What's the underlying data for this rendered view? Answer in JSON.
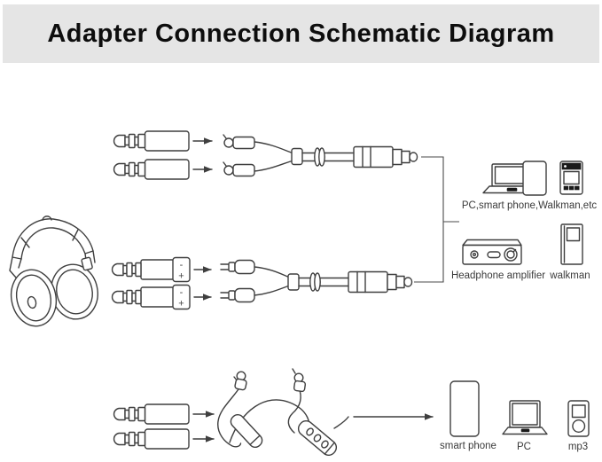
{
  "title": "Adapter Connection Schematic Diagram",
  "colors": {
    "banner_bg": "#e5e5e5",
    "line": "#3f3f3f",
    "text": "#3a3a3a",
    "background": "#ffffff"
  },
  "rows": [
    {
      "name": "stereo-adapter-row",
      "icons": [
        "jack-plug",
        "jack-plug",
        "arrow",
        "arrow",
        "mmcx-y-splitter-cable",
        "laptop",
        "smartphone",
        "walkman"
      ],
      "devices_label": "PC,smart phone,Walkman,etc"
    },
    {
      "name": "balanced-adapter-row",
      "icons": [
        "balanced-jack-plug",
        "balanced-jack-plug",
        "arrow",
        "arrow",
        "two-pin-y-splitter-cable",
        "amplifier",
        "walkman"
      ],
      "plug_markings": {
        "minus": "-",
        "plus": "+"
      },
      "devices": [
        {
          "label": "Headphone amplifier",
          "icon": "amplifier"
        },
        {
          "label": "walkman",
          "icon": "walkman"
        }
      ]
    },
    {
      "name": "bluetooth-cable-row",
      "icons": [
        "jack-plug",
        "jack-plug",
        "arrow",
        "arrow",
        "bluetooth-neckband-cable",
        "arrow",
        "smartphone",
        "laptop",
        "mp3-player"
      ],
      "devices": [
        {
          "label": "smart phone",
          "icon": "smartphone"
        },
        {
          "label": "PC",
          "icon": "laptop"
        },
        {
          "label": "mp3",
          "icon": "mp3-player"
        }
      ]
    }
  ],
  "left_illustration": "over-ear headphones"
}
